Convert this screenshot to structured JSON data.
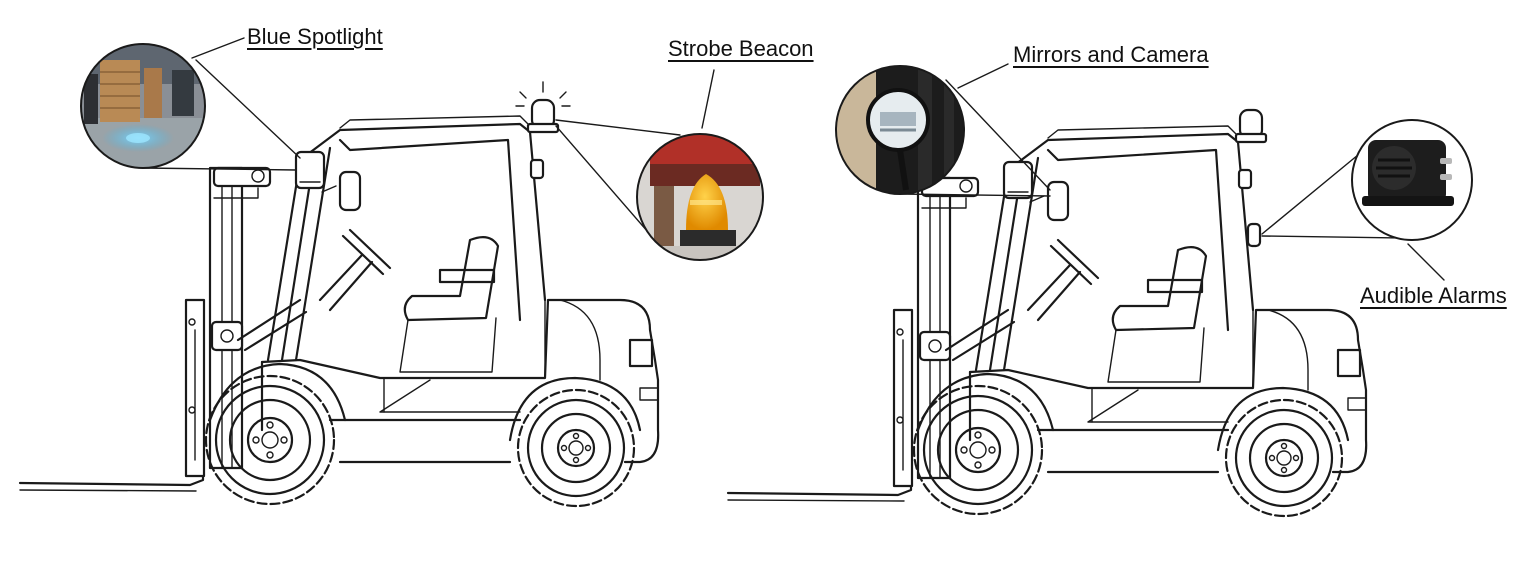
{
  "callouts": {
    "blue_spotlight": "Blue Spotlight",
    "strobe_beacon": "Strobe Beacon",
    "mirrors_and_camera": "Mirrors and Camera",
    "audible_alarms": "Audible Alarms"
  },
  "colors": {
    "line": "#1a1a1a",
    "background": "#ffffff",
    "beacon_amber": "#f2a100",
    "spotlight_blue": "#3fb6e8"
  }
}
